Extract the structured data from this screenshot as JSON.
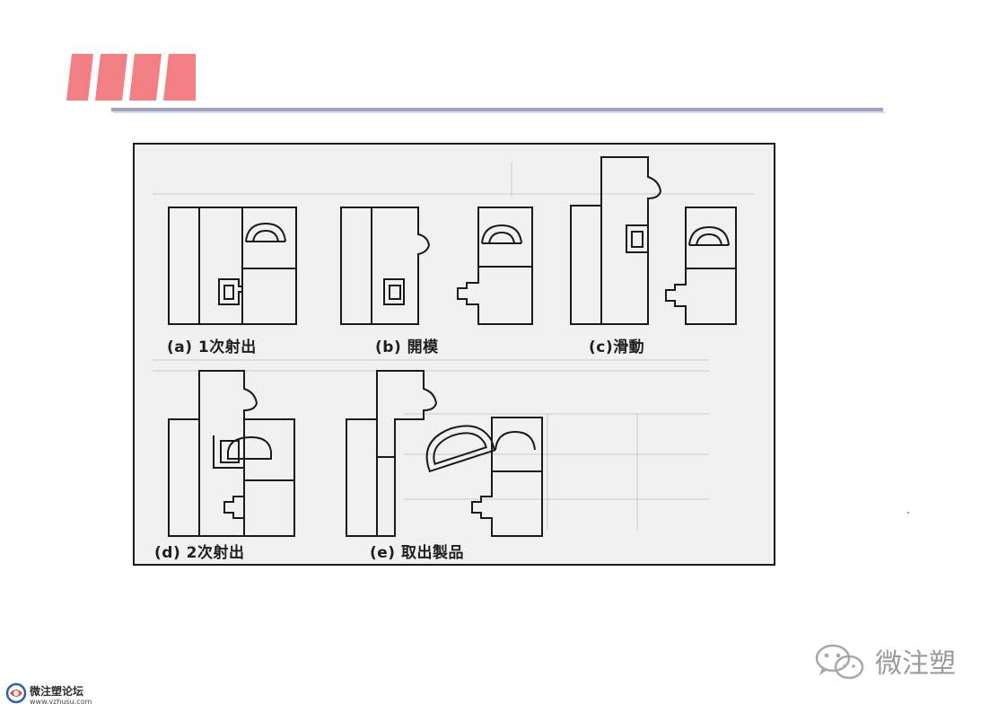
{
  "colors": {
    "accent_stripes": "#f27f84",
    "rule": "#9ea3c3",
    "figure_background": "#f1f1f1",
    "line": "#1a1a1a"
  },
  "figure": {
    "captions": {
      "a": "(a) 1次射出",
      "b": "(b) 開模",
      "c": "(c)滑動",
      "d": "(d) 2次射出",
      "e": "(e) 取出製品"
    }
  },
  "watermarks": {
    "wechat_text": "微注塑",
    "wechat_icon": "wechat-icon",
    "forum_name": "微注塑论坛",
    "forum_url": "www.vzhusu.com",
    "forum_icon": "forum-logo-icon"
  }
}
